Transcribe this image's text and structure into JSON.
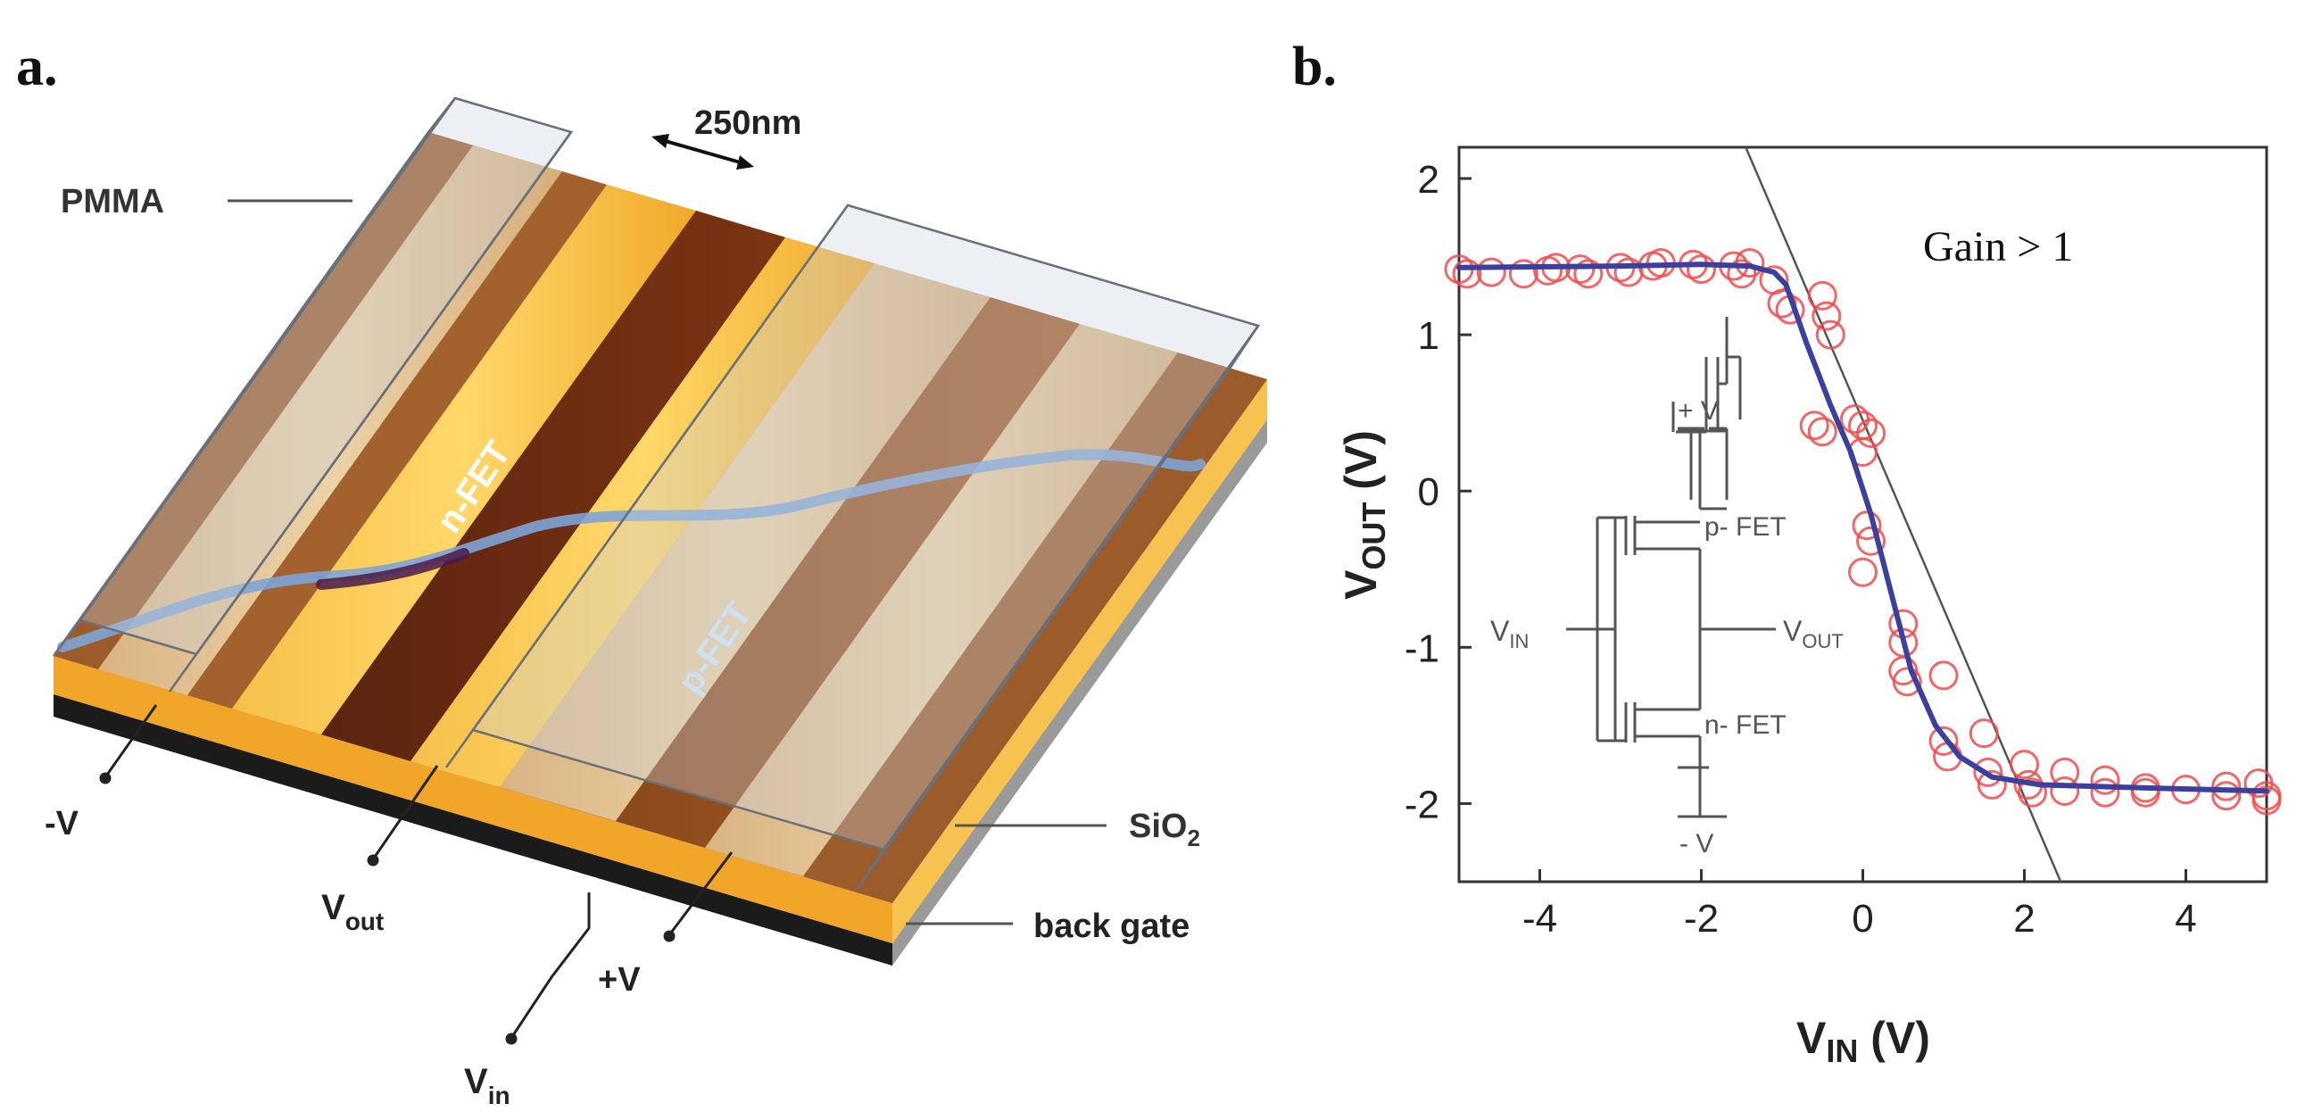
{
  "panel_a": {
    "label": "a.",
    "callouts": {
      "pmma": "PMMA",
      "scale": "250nm",
      "sio2": "SiO",
      "sio2_sub": "2",
      "back_gate": "back gate"
    },
    "channel_labels": {
      "nfet": "n-FET",
      "pfet": "p-FET"
    },
    "terminals": {
      "minus_v": "-V",
      "vout_main": "V",
      "vout_sub": "out",
      "plus_v": "+V",
      "vin_main": "V",
      "vin_sub": "in"
    },
    "colors": {
      "electrode_gold": "#f3ad2c",
      "channel_dark": "#7a3d14",
      "substrate_black": "#1b1b1b",
      "nanotube_blue": "#7da4d6"
    }
  },
  "panel_b": {
    "label": "b.",
    "annotation": "Gain > 1",
    "ylabel_main": "V",
    "ylabel_sub": "OUT",
    "ylabel_unit": " (V)",
    "xlabel_main": "V",
    "xlabel_sub": "IN",
    "xlabel_unit": " (V)",
    "schematic": {
      "plus_v": "+ V",
      "minus_v": "- V",
      "pfet": "p- FET",
      "nfet": "n- FET",
      "vin_main": "V",
      "vin_sub": "IN",
      "vout_main": "V",
      "vout_sub": "OUT"
    },
    "colors": {
      "markers": "#ee4b4b",
      "fit": "#3b3f9e",
      "tangent": "#555555"
    }
  },
  "chart_data": {
    "type": "scatter",
    "xlim": [
      -5,
      5
    ],
    "ylim": [
      -2.5,
      2.2
    ],
    "x_ticks": [
      -4,
      -2,
      0,
      2,
      4
    ],
    "y_ticks": [
      2,
      1,
      0,
      -1,
      -2
    ],
    "grid": false,
    "series": [
      {
        "kind": "markers",
        "points": [
          [
            -5.0,
            1.42
          ],
          [
            -4.9,
            1.39
          ],
          [
            -4.6,
            1.4
          ],
          [
            -4.2,
            1.39
          ],
          [
            -3.9,
            1.41
          ],
          [
            -3.8,
            1.43
          ],
          [
            -3.5,
            1.42
          ],
          [
            -3.4,
            1.39
          ],
          [
            -3.0,
            1.43
          ],
          [
            -2.9,
            1.4
          ],
          [
            -2.6,
            1.44
          ],
          [
            -2.5,
            1.46
          ],
          [
            -2.1,
            1.45
          ],
          [
            -2.0,
            1.42
          ],
          [
            -1.6,
            1.44
          ],
          [
            -1.5,
            1.39
          ],
          [
            -1.4,
            1.46
          ],
          [
            -1.1,
            1.35
          ],
          [
            -1.0,
            1.2
          ],
          [
            -0.9,
            1.16
          ],
          [
            -0.5,
            1.25
          ],
          [
            -0.45,
            1.12
          ],
          [
            -0.4,
            1.0
          ],
          [
            -0.6,
            0.42
          ],
          [
            -0.5,
            0.38
          ],
          [
            -0.1,
            0.46
          ],
          [
            0.0,
            0.42
          ],
          [
            0.1,
            0.37
          ],
          [
            0.0,
            0.25
          ],
          [
            0.05,
            -0.22
          ],
          [
            0.1,
            -0.32
          ],
          [
            0.0,
            -0.52
          ],
          [
            0.5,
            -0.85
          ],
          [
            0.5,
            -0.97
          ],
          [
            0.5,
            -1.15
          ],
          [
            0.55,
            -1.22
          ],
          [
            1.0,
            -1.18
          ],
          [
            1.0,
            -1.6
          ],
          [
            1.05,
            -1.7
          ],
          [
            1.5,
            -1.55
          ],
          [
            1.55,
            -1.8
          ],
          [
            1.6,
            -1.88
          ],
          [
            2.0,
            -1.75
          ],
          [
            2.05,
            -1.88
          ],
          [
            2.1,
            -1.93
          ],
          [
            2.5,
            -1.8
          ],
          [
            2.5,
            -1.92
          ],
          [
            3.0,
            -1.85
          ],
          [
            3.0,
            -1.93
          ],
          [
            3.5,
            -1.9
          ],
          [
            3.5,
            -1.93
          ],
          [
            4.0,
            -1.91
          ],
          [
            4.5,
            -1.89
          ],
          [
            4.5,
            -1.95
          ],
          [
            4.9,
            -1.87
          ],
          [
            5.0,
            -1.95
          ],
          [
            5.0,
            -1.98
          ]
        ]
      },
      {
        "kind": "fit",
        "points": [
          [
            -5.0,
            1.43
          ],
          [
            -3.0,
            1.44
          ],
          [
            -2.0,
            1.45
          ],
          [
            -1.4,
            1.44
          ],
          [
            -1.1,
            1.4
          ],
          [
            -0.95,
            1.32
          ],
          [
            -0.7,
            0.95
          ],
          [
            -0.4,
            0.55
          ],
          [
            -0.15,
            0.25
          ],
          [
            0.1,
            -0.15
          ],
          [
            0.35,
            -0.65
          ],
          [
            0.6,
            -1.15
          ],
          [
            0.9,
            -1.5
          ],
          [
            1.2,
            -1.7
          ],
          [
            1.6,
            -1.83
          ],
          [
            2.2,
            -1.88
          ],
          [
            3.5,
            -1.9
          ],
          [
            5.0,
            -1.92
          ]
        ]
      },
      {
        "kind": "tangent",
        "points": [
          [
            -1.45,
            2.2
          ],
          [
            2.45,
            -2.5
          ]
        ]
      }
    ]
  }
}
